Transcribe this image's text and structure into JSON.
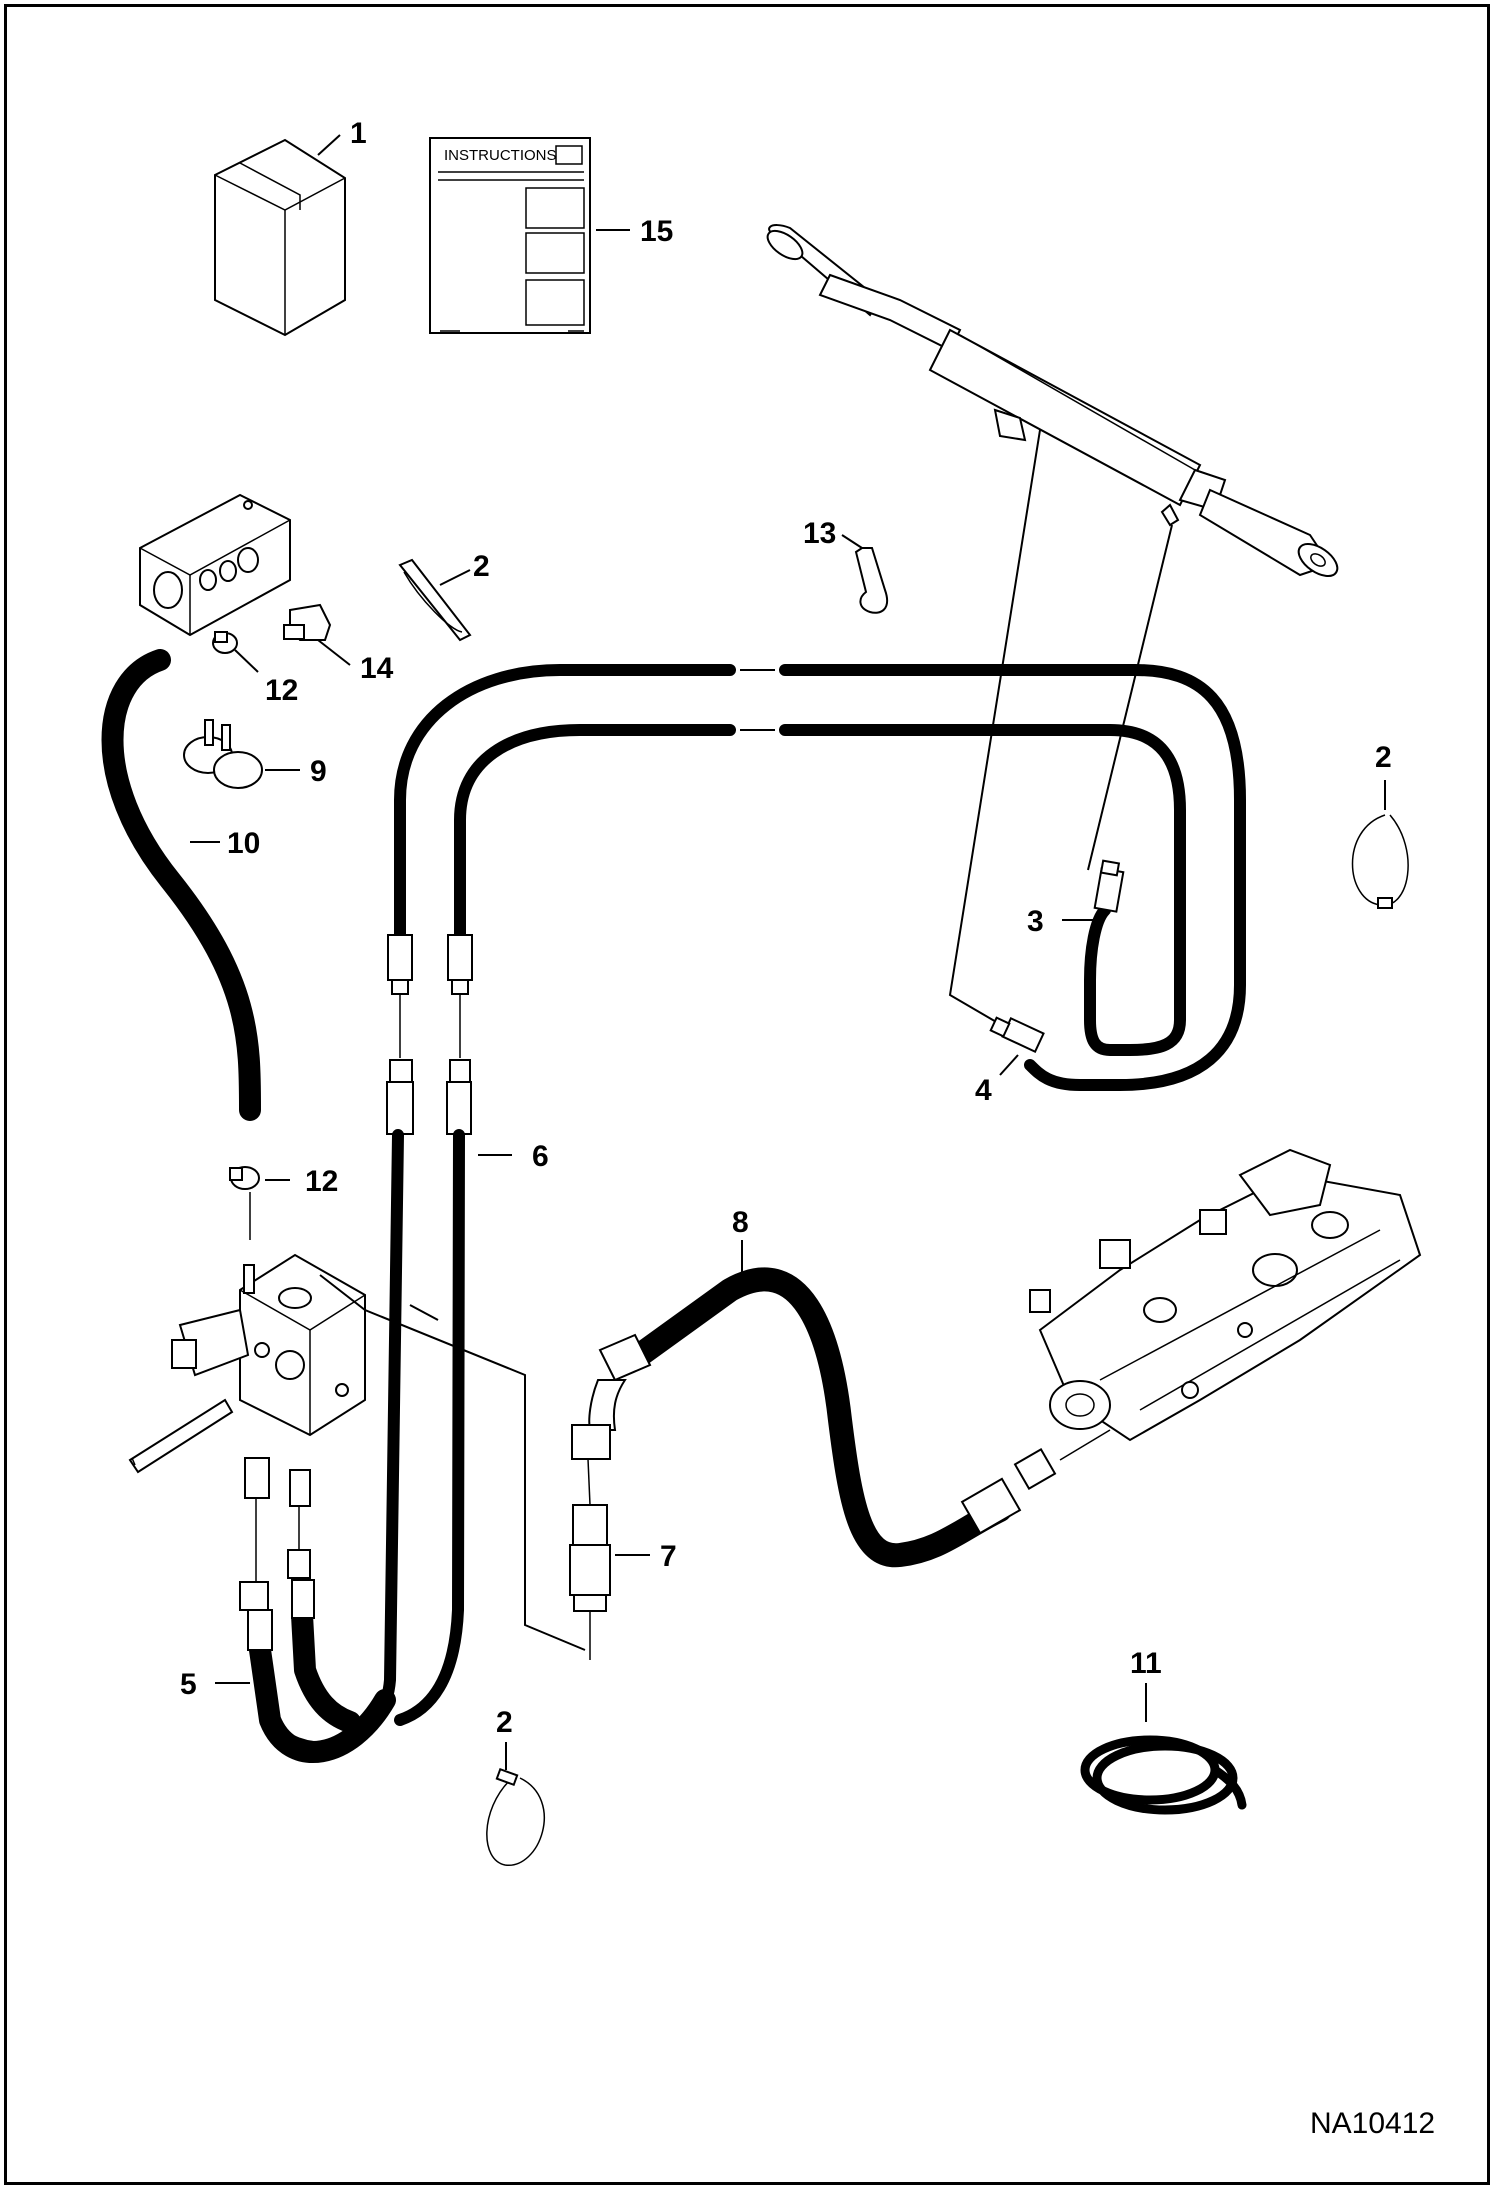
{
  "diagram": {
    "figure_code": "NA10412",
    "instructions_label": "INSTRUCTIONS",
    "callouts": {
      "c1": "1",
      "c15": "15",
      "c13": "13",
      "c2a": "2",
      "c14": "14",
      "c12a": "12",
      "c9": "9",
      "c10": "10",
      "c2b": "2",
      "c3": "3",
      "c4": "4",
      "c6": "6",
      "c12b": "12",
      "c8": "8",
      "c7": "7",
      "c5": "5",
      "c2c": "2",
      "c11": "11"
    }
  }
}
